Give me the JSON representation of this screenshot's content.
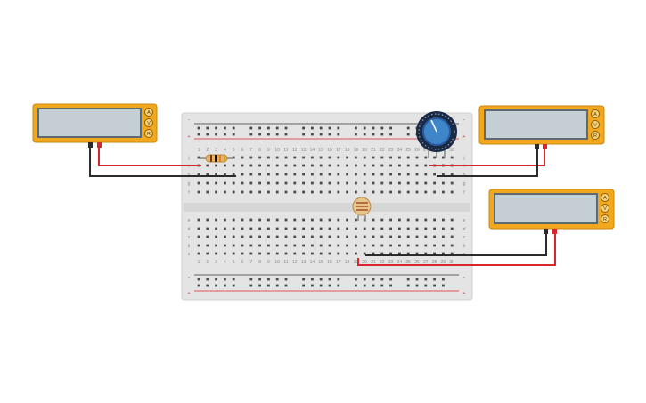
{
  "canvas": {
    "background": "#ffffff"
  },
  "breadboard": {
    "columns": 30,
    "column_labels": [
      "1",
      "2",
      "3",
      "4",
      "5",
      "6",
      "7",
      "8",
      "9",
      "10",
      "11",
      "12",
      "13",
      "14",
      "15",
      "16",
      "17",
      "18",
      "19",
      "20",
      "21",
      "22",
      "23",
      "24",
      "25",
      "26",
      "27",
      "28",
      "29",
      "30"
    ],
    "top_rows": [
      "j",
      "i",
      "h",
      "g",
      "f"
    ],
    "bottom_rows": [
      "e",
      "d",
      "c",
      "b",
      "a"
    ],
    "rail_minus": "-",
    "rail_plus": "+"
  },
  "multimeters": [
    {
      "name": "multimeter-left",
      "modes": [
        "A",
        "V",
        "R"
      ]
    },
    {
      "name": "multimeter-top-right",
      "modes": [
        "A",
        "V",
        "R"
      ]
    },
    {
      "name": "multimeter-bottom-right",
      "modes": [
        "A",
        "V",
        "R"
      ]
    }
  ],
  "components": {
    "resistor": "resistor",
    "potentiometer": "potentiometer",
    "photoresistor": "photoresistor"
  },
  "colors": {
    "board": "#e4e4e4",
    "hole": "#4a4a4a",
    "wire_red": "#d9262c",
    "wire_black": "#2b2b2b",
    "meter_body": "#f2a81d",
    "meter_screen": "#c5ced2",
    "pot_body": "#2a5aa0"
  }
}
